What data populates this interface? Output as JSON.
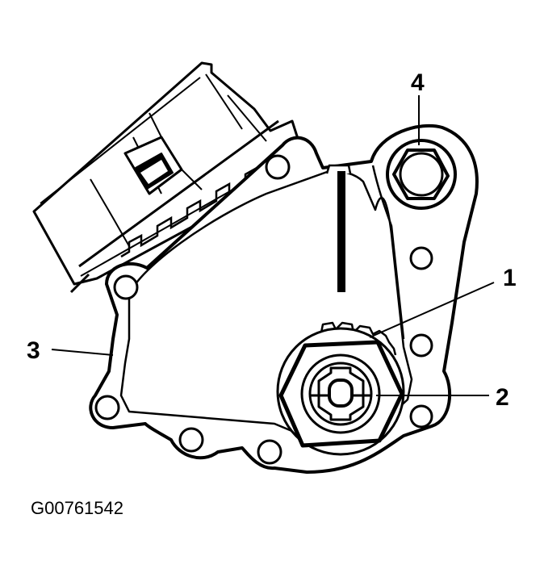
{
  "figure_id": "G00761542",
  "callouts": [
    {
      "label": "1"
    },
    {
      "label": "2"
    },
    {
      "label": "3"
    },
    {
      "label": "4"
    }
  ],
  "colors": {
    "line": "#000000",
    "background": "#ffffff"
  }
}
